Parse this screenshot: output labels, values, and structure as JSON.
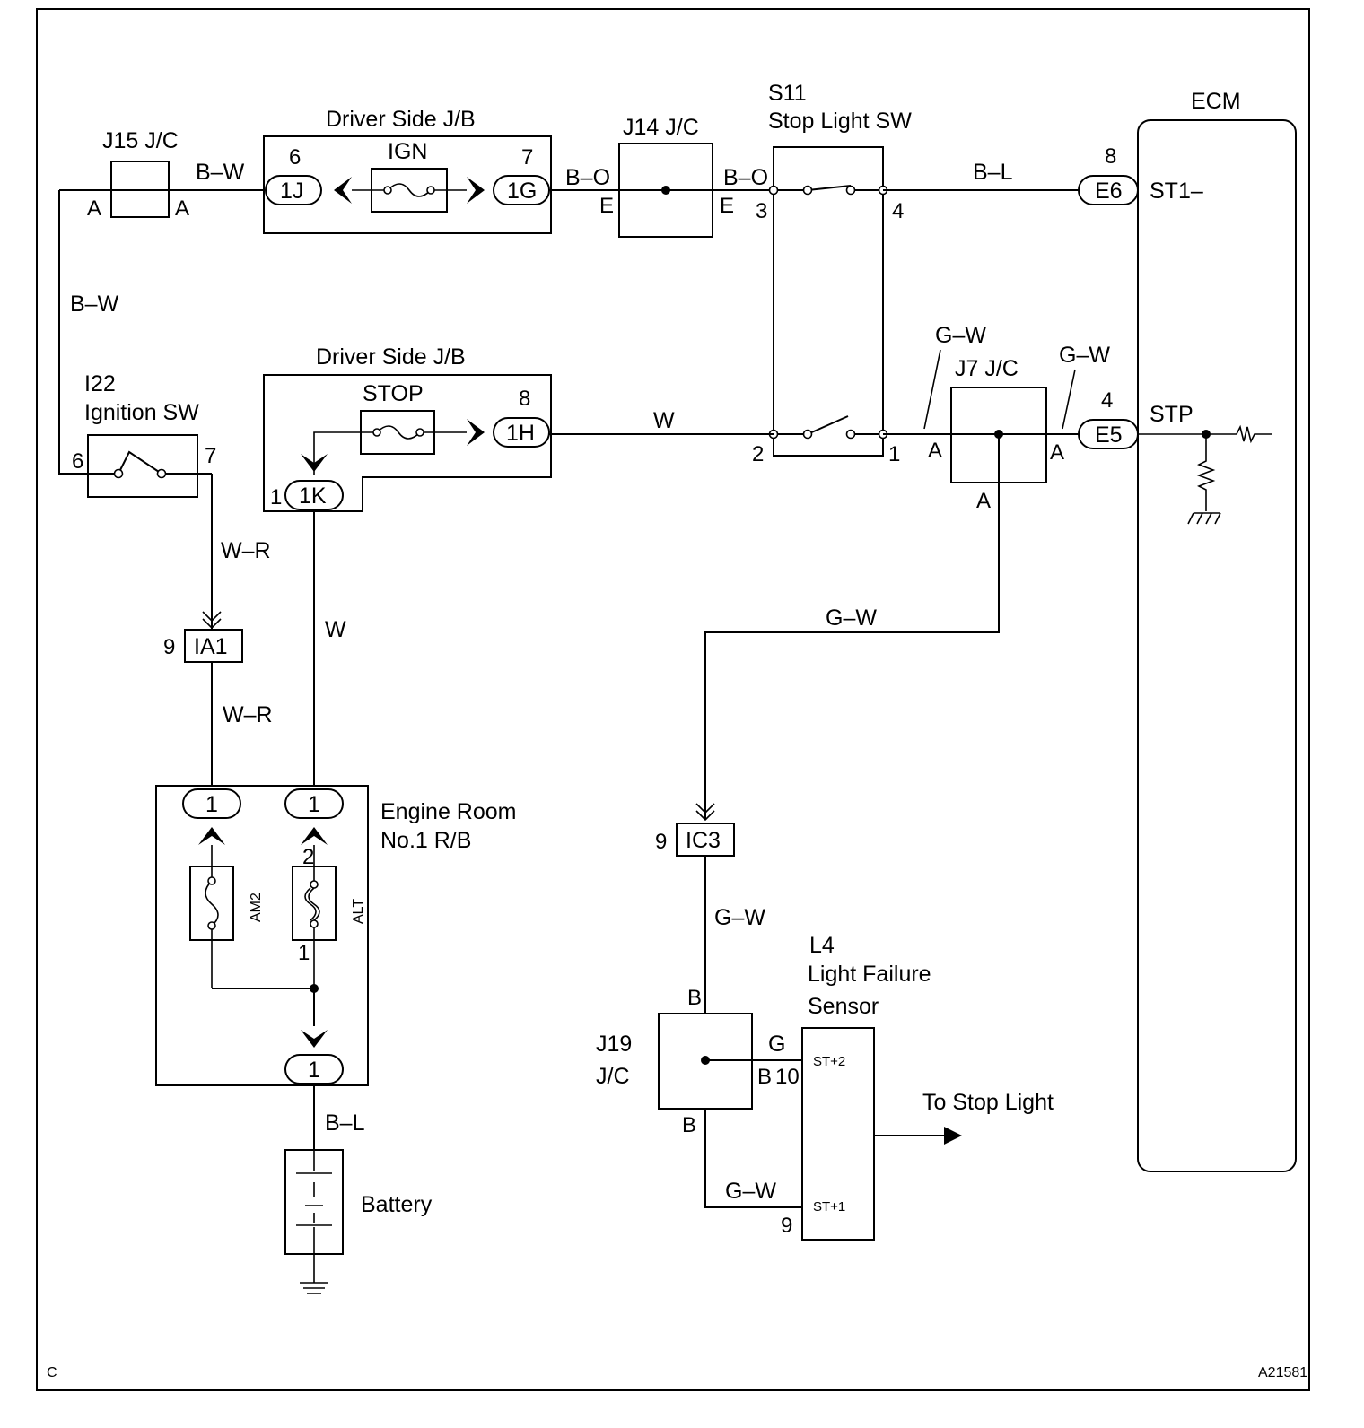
{
  "components": {
    "j15": "J15 J/C",
    "driver_jb_top": "Driver Side J/B",
    "ign_fuse": "IGN",
    "j14": "J14 J/C",
    "s11_id": "S11",
    "s11_name": "Stop Light SW",
    "ecm": "ECM",
    "i22_id": "I22",
    "i22_name": "Ignition SW",
    "driver_jb_mid": "Driver Side J/B",
    "stop_fuse": "STOP",
    "j7": "J7 J/C",
    "engine_rb_1": "Engine Room",
    "engine_rb_2": "No.1 R/B",
    "am2_fuse": "AM2",
    "alt_fuse": "ALT",
    "battery": "Battery",
    "l4_id": "L4",
    "l4_name_1": "Light Failure",
    "l4_name_2": "Sensor",
    "j19_1": "J19",
    "j19_2": "J/C",
    "to_stop_light": "To Stop Light"
  },
  "connectors": {
    "1J": "1J",
    "1G": "1G",
    "E6": "E6",
    "1H": "1H",
    "E5": "E5",
    "1K": "1K",
    "IA1": "IA1",
    "IC3": "IC3",
    "rb_am2": "1",
    "rb_alt": "1",
    "rb_bat": "1"
  },
  "wires": {
    "bw_top": "B–W",
    "bw_left": "B–W",
    "bo_left": "B–O",
    "bo_right": "B–O",
    "bl_top": "B–L",
    "gw_j7_left": "G–W",
    "gw_j7_right": "G–W",
    "w_mid": "W",
    "wr_upper": "W–R",
    "wr_lower": "W–R",
    "w_vert": "W",
    "gw_horiz": "G–W",
    "gw_vert": "G–W",
    "g_j19": "G",
    "gw_bottom": "G–W",
    "bl_battery": "B–L"
  },
  "pins": {
    "j15_a_left": "A",
    "j15_a_right": "A",
    "jb_6": "6",
    "jb_7": "7",
    "j14_e_left": "E",
    "j14_e_right": "E",
    "s11_3": "3",
    "s11_4": "4",
    "s11_2": "2",
    "s11_1": "1",
    "ecm_8": "8",
    "ecm_st1": "ST1–",
    "ecm_4": "4",
    "ecm_stp": "STP",
    "i22_6": "6",
    "i22_7": "7",
    "jb_8": "8",
    "jb_1k": "1",
    "j7_a_left": "A",
    "j7_a_right": "A",
    "j7_a_bottom": "A",
    "ia1_9": "9",
    "ic3_9": "9",
    "alt_2": "2",
    "alt_1": "1",
    "j19_b_top": "B",
    "j19_b_right": "B",
    "j19_b_bottom": "B",
    "l4_10": "10",
    "l4_9": "9",
    "l4_st2": "ST+2",
    "l4_st1": "ST+1"
  },
  "footer": {
    "corner_letter": "C",
    "figure_code": "A21581"
  }
}
